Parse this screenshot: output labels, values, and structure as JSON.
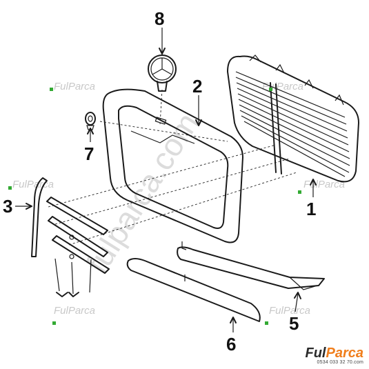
{
  "diagram": {
    "callouts": [
      "1",
      "2",
      "3",
      "5",
      "6",
      "7",
      "8"
    ],
    "watermark_small": "FulParca",
    "watermark_diagonal": "fulparca.com"
  },
  "brand": {
    "name_part1": "Ful",
    "name_part2": "Parca",
    "phone": "0534 033 32 70",
    "domain": ".com",
    "accent_color": "#f07e1c"
  },
  "colors": {
    "line": "#1a1a1a",
    "watermark": "#c8c8c8",
    "marker": "#33aa33"
  }
}
